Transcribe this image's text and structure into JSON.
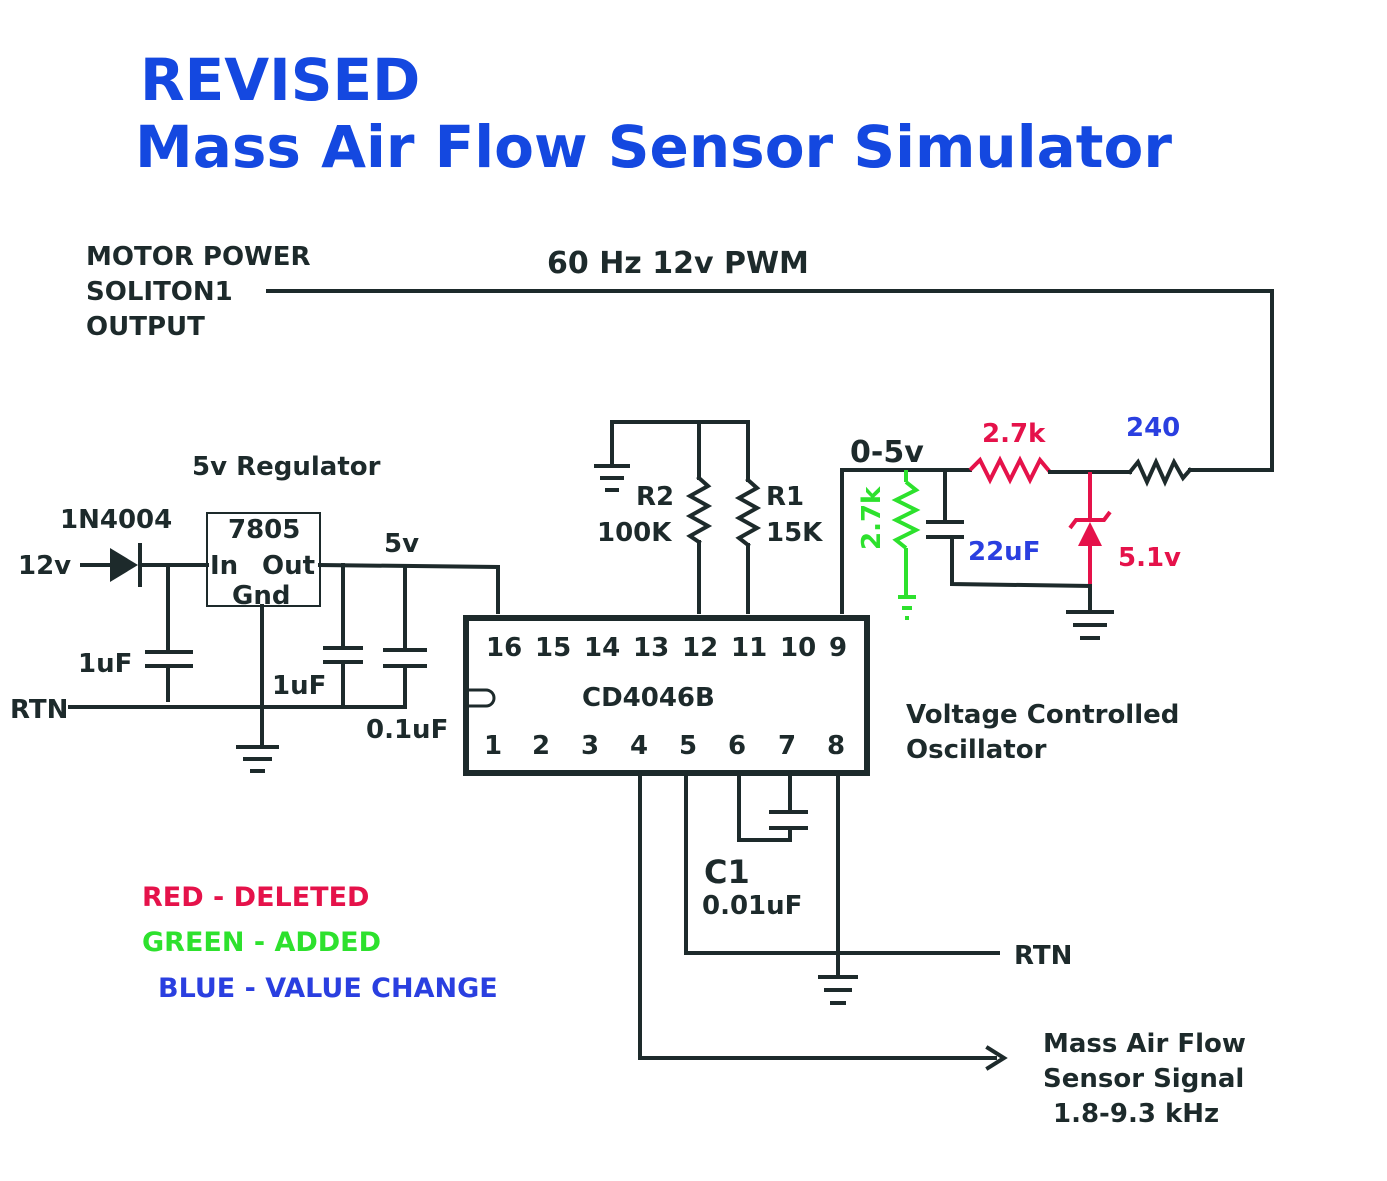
{
  "title": {
    "line1": "REVISED",
    "line2": "Mass Air Flow Sensor Simulator"
  },
  "input": {
    "motor_power": [
      "MOTOR POWER",
      "SOLITON1",
      "OUTPUT"
    ],
    "pwm_label": "60 Hz 12v PWM"
  },
  "regulator": {
    "heading": "5v Regulator",
    "part": "7805",
    "pin_in": "In",
    "pin_out": "Out",
    "pin_gnd": "Gnd",
    "diode": "1N4004",
    "v12": "12v",
    "v5": "5v",
    "rtn": "RTN",
    "cap_in": "1uF",
    "cap_out1": "1uF",
    "cap_out2": "0.1uF"
  },
  "ic": {
    "part": "CD4046B",
    "pins_top": [
      "16",
      "15",
      "14",
      "13",
      "12",
      "11",
      "10",
      "9"
    ],
    "pins_bottom": [
      "1",
      "2",
      "3",
      "4",
      "5",
      "6",
      "7",
      "8"
    ],
    "description": [
      "Voltage Controlled",
      "Oscillator"
    ]
  },
  "components": {
    "r2_name": "R2",
    "r2_value": "100K",
    "r1_name": "R1",
    "r1_value": "15K",
    "c1_name": "C1",
    "c1_value": "0.01uF",
    "vctl": "0-5v",
    "r_added": "2.7k",
    "r_deleted": "2.7k",
    "r_changed": "240",
    "cap_22": "22uF",
    "zener": "5.1v",
    "rtn_out": "RTN"
  },
  "output": {
    "lines": [
      "Mass Air Flow",
      "Sensor Signal",
      "1.8-9.3 kHz"
    ]
  },
  "legend": {
    "red": "RED - DELETED",
    "green": "GREEN - ADDED",
    "blue": "BLUE - VALUE CHANGE"
  },
  "colors": {
    "wire": "#1d2a2b",
    "title": "#1448e0",
    "deleted": "#e5124a",
    "added": "#2de12d",
    "changed": "#2a3fe0"
  }
}
